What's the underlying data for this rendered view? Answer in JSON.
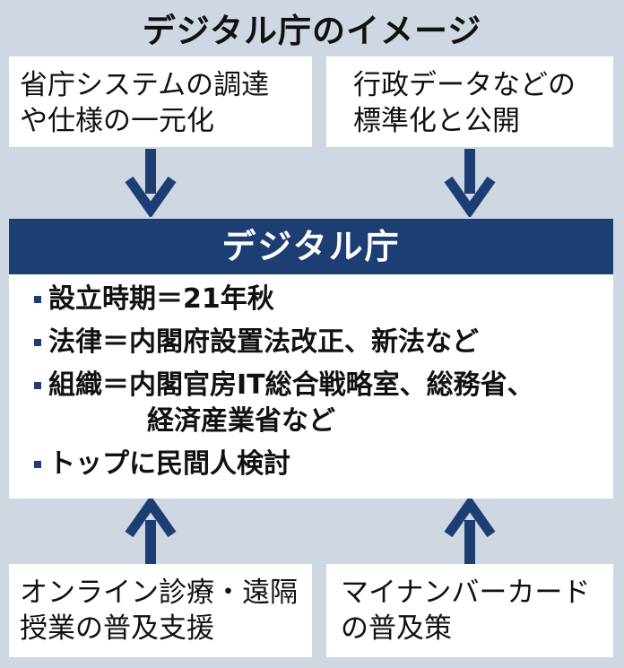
{
  "title": "デジタル庁のイメージ",
  "top_left": [
    "省庁システムの調達",
    "や仕様の一元化"
  ],
  "top_right": [
    "行政データなどの",
    "標準化と公開"
  ],
  "center": {
    "header": "デジタル庁",
    "items": [
      {
        "text": "設立時期＝21年秋"
      },
      {
        "text": "法律＝内閣府設置法改正、新法など"
      },
      {
        "text": "組織＝内閣官房IT総合戦略室、総務省、",
        "cont": "経済産業省など"
      },
      {
        "text": "トップに民間人検討"
      }
    ]
  },
  "bottom_left": [
    "オンライン診療・遠隔",
    "授業の普及支援"
  ],
  "bottom_right": [
    "マイナンバーカード",
    "の普及策"
  ],
  "colors": {
    "accent": "#1c3e72",
    "background": "#cfd7e3"
  }
}
